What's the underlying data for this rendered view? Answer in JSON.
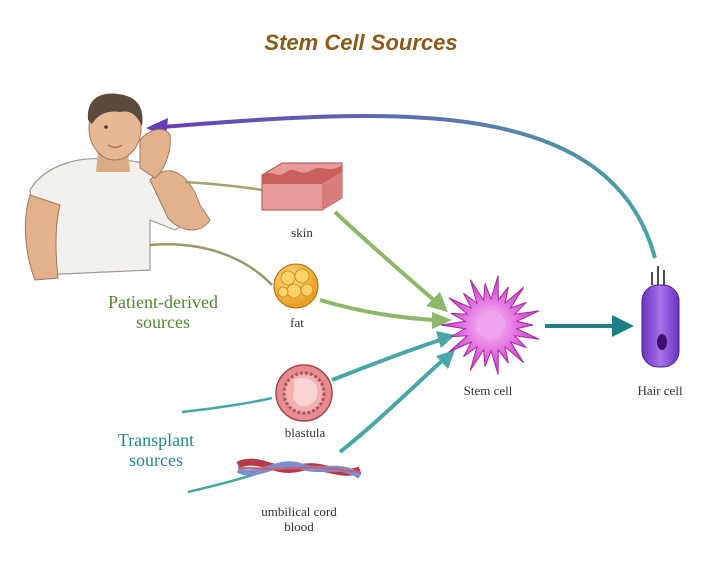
{
  "title": "Stem Cell Sources",
  "groups": {
    "patient": {
      "line1": "Patient-derived",
      "line2": "sources",
      "color": "#4c8a2a"
    },
    "transplant": {
      "line1": "Transplant",
      "line2": "sources",
      "color": "#1f8a8c"
    }
  },
  "nodes": {
    "skin": "skin",
    "fat": "fat",
    "blastula": "blastula",
    "umbilical_line1": "umbilical cord",
    "umbilical_line2": "blood",
    "stem_cell": "Stem cell",
    "hair_cell": "Hair cell"
  },
  "colors": {
    "patient_arrow": "#8db86a",
    "transplant_arrow": "#49a6a8",
    "output_arrow": "#1f7f86",
    "return_arrow_start": "#4aa6a6",
    "return_arrow_end": "#6a3db8",
    "stem_cell": "#d94fd3",
    "hair_cell": "#8a52d6"
  }
}
